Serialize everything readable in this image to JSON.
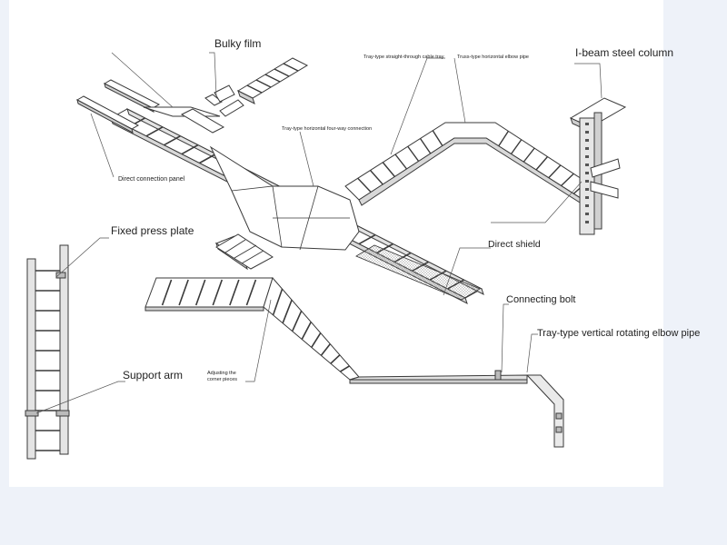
{
  "labels": {
    "bulky_film": "Bulky film",
    "tray_straight": "Tray-type straight-through cable tray",
    "truss_elbow": "Truss-type horizontal elbow pipe",
    "ibeam": "I-beam steel column",
    "four_way": "Tray-type horizontal four-way connection",
    "direct_panel": "Direct connection panel",
    "fixed_plate": "Fixed press plate",
    "direct_shield": "Direct shield",
    "connecting_bolt": "Connecting bolt",
    "vertical_elbow": "Tray-type vertical rotating elbow pipe",
    "support_arm": "Support arm",
    "adjusting_line1": "Adjusting the",
    "adjusting_line2": "corner pieces"
  },
  "colors": {
    "background": "#eef2f9",
    "panel": "#ffffff",
    "stroke": "#3a3a3a",
    "leader": "#555555"
  }
}
